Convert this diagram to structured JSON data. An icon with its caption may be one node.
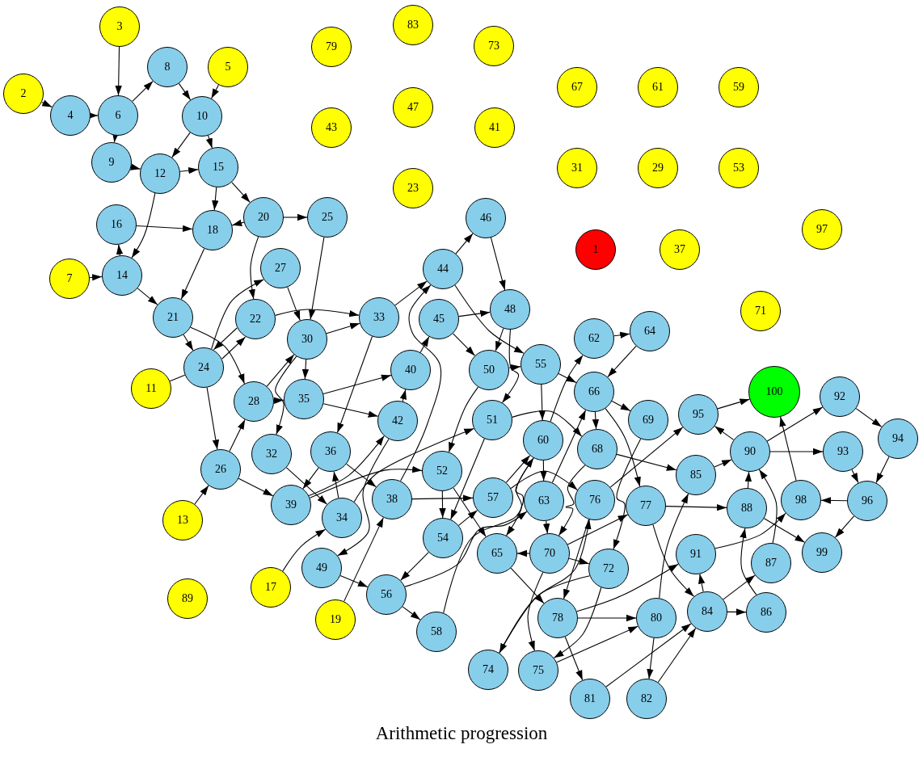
{
  "diagram": {
    "title": "Arithmetic progression",
    "nodes": [
      {
        "text": [
          "1"
        ]
      },
      {
        "text": [
          "2"
        ]
      },
      {
        "text": [
          "3"
        ]
      },
      {
        "text": [
          "4"
        ]
      },
      {
        "text": [
          "5"
        ]
      },
      {
        "text": [
          "6"
        ]
      },
      {
        "text": [
          "7"
        ]
      },
      {
        "text": [
          "8"
        ]
      },
      {
        "text": [
          "9"
        ]
      },
      {
        "text": [
          "10"
        ]
      },
      {
        "text": [
          "11"
        ]
      },
      {
        "text": [
          "12"
        ]
      },
      {
        "text": [
          "13"
        ]
      },
      {
        "text": [
          "14"
        ]
      },
      {
        "text": [
          "15"
        ]
      },
      {
        "text": [
          "16"
        ]
      },
      {
        "text": [
          "17"
        ]
      },
      {
        "text": [
          "18"
        ]
      },
      {
        "text": [
          "19"
        ]
      },
      {
        "text": [
          "20"
        ]
      },
      {
        "text": [
          "21"
        ]
      },
      {
        "text": [
          "22"
        ]
      },
      {
        "text": [
          "23"
        ]
      },
      {
        "text": [
          "24"
        ]
      },
      {
        "text": [
          "25"
        ]
      },
      {
        "text": [
          "26"
        ]
      },
      {
        "text": [
          "27"
        ]
      },
      {
        "text": [
          "28"
        ]
      },
      {
        "text": [
          "29"
        ]
      },
      {
        "text": [
          "30"
        ]
      },
      {
        "text": [
          "31"
        ]
      },
      {
        "text": [
          "32"
        ]
      },
      {
        "text": [
          "33"
        ]
      },
      {
        "text": [
          "34"
        ]
      },
      {
        "text": [
          "35"
        ]
      },
      {
        "text": [
          "36"
        ]
      },
      {
        "text": [
          "37"
        ]
      },
      {
        "text": [
          "38"
        ]
      },
      {
        "text": [
          "39"
        ]
      },
      {
        "text": [
          "40"
        ]
      },
      {
        "text": [
          "41"
        ]
      },
      {
        "text": [
          "42"
        ]
      },
      {
        "text": [
          "43"
        ]
      },
      {
        "text": [
          "44"
        ]
      },
      {
        "text": [
          "45"
        ]
      },
      {
        "text": [
          "46"
        ]
      },
      {
        "text": [
          "47"
        ]
      },
      {
        "text": [
          "48"
        ]
      },
      {
        "text": [
          "49"
        ]
      },
      {
        "text": [
          "50"
        ]
      },
      {
        "text": [
          "51"
        ]
      },
      {
        "text": [
          "52"
        ]
      },
      {
        "text": [
          "53"
        ]
      },
      {
        "text": [
          "54"
        ]
      },
      {
        "text": [
          "55"
        ]
      },
      {
        "text": [
          "56"
        ]
      },
      {
        "text": [
          "57"
        ]
      },
      {
        "text": [
          "58"
        ]
      },
      {
        "text": [
          "59"
        ]
      },
      {
        "text": [
          "60"
        ]
      },
      {
        "text": [
          "61"
        ]
      },
      {
        "text": [
          "62"
        ]
      },
      {
        "text": [
          "63"
        ]
      },
      {
        "text": [
          "64"
        ]
      },
      {
        "text": [
          "65"
        ]
      },
      {
        "text": [
          "66"
        ]
      },
      {
        "text": [
          "67"
        ]
      },
      {
        "text": [
          "68"
        ]
      },
      {
        "text": [
          "69"
        ]
      },
      {
        "text": [
          "70"
        ]
      },
      {
        "text": [
          "71"
        ]
      },
      {
        "text": [
          "72"
        ]
      },
      {
        "text": [
          "73"
        ]
      },
      {
        "text": [
          "74"
        ]
      },
      {
        "text": [
          "75"
        ]
      },
      {
        "text": [
          "76"
        ]
      },
      {
        "text": [
          "77"
        ]
      },
      {
        "text": [
          "78"
        ]
      },
      {
        "text": [
          "79"
        ]
      },
      {
        "text": [
          "80"
        ]
      },
      {
        "text": [
          "81"
        ]
      },
      {
        "text": [
          "82"
        ]
      },
      {
        "text": [
          "83"
        ]
      },
      {
        "text": [
          "84"
        ]
      },
      {
        "text": [
          "85"
        ]
      },
      {
        "text": [
          "86"
        ]
      },
      {
        "text": [
          "87"
        ]
      },
      {
        "text": [
          "88"
        ]
      },
      {
        "text": [
          "89"
        ]
      },
      {
        "text": [
          "90"
        ]
      },
      {
        "text": [
          "91"
        ]
      },
      {
        "text": [
          "92"
        ]
      },
      {
        "text": [
          "93"
        ]
      },
      {
        "text": [
          "94"
        ]
      },
      {
        "text": [
          "95"
        ]
      },
      {
        "text": [
          "96"
        ]
      },
      {
        "text": [
          "97"
        ]
      },
      {
        "text": [
          "98"
        ]
      },
      {
        "text": [
          "99"
        ]
      },
      {
        "text": [
          "100"
        ]
      }
    ],
    "edges": [
      {
        "from": 1,
        "to": 3,
        "arrow": "to"
      },
      {
        "from": 2,
        "to": 5,
        "arrow": "to"
      },
      {
        "from": 3,
        "to": 5,
        "arrow": "to"
      },
      {
        "from": 5,
        "to": 7,
        "arrow": "to"
      },
      {
        "from": 5,
        "to": 8,
        "arrow": "to"
      },
      {
        "from": 7,
        "to": 9,
        "arrow": "to"
      },
      {
        "from": 4,
        "to": 9,
        "arrow": "to"
      },
      {
        "from": 9,
        "to": 11,
        "arrow": "to"
      },
      {
        "from": 9,
        "to": 14,
        "arrow": "to"
      },
      {
        "from": 8,
        "to": 11,
        "arrow": "to"
      },
      {
        "from": 11,
        "to": 14,
        "arrow": "to"
      },
      {
        "from": 11,
        "to": 13,
        "arrow": "to"
      },
      {
        "from": 13,
        "to": 15,
        "arrow": "to"
      },
      {
        "from": 15,
        "to": 17,
        "arrow": "to"
      },
      {
        "from": 14,
        "to": 17,
        "arrow": "to"
      },
      {
        "from": 14,
        "to": 19,
        "arrow": "to"
      },
      {
        "from": 19,
        "to": 17,
        "arrow": "to"
      },
      {
        "from": 6,
        "to": 13,
        "arrow": "to"
      },
      {
        "from": 13,
        "to": 20,
        "arrow": "to"
      },
      {
        "from": 17,
        "to": 20,
        "arrow": "to"
      },
      {
        "from": 19,
        "to": 24,
        "arrow": "to"
      },
      {
        "from": 19,
        "to": 21,
        "arrow": "to"
      },
      {
        "from": 26,
        "to": 29,
        "arrow": "to"
      },
      {
        "from": 24,
        "to": 29,
        "arrow": "to"
      },
      {
        "from": 21,
        "to": 32,
        "arrow": "to"
      },
      {
        "from": 29,
        "to": 32,
        "arrow": "to"
      },
      {
        "from": 29,
        "to": 34,
        "arrow": "to"
      },
      {
        "from": 29,
        "to": 31,
        "arrow": "to"
      },
      {
        "from": 32,
        "to": 43,
        "arrow": "to"
      },
      {
        "from": 32,
        "to": 35,
        "arrow": "to"
      },
      {
        "from": 20,
        "to": 23,
        "arrow": "to"
      },
      {
        "from": 20,
        "to": 27,
        "arrow": "to"
      },
      {
        "from": 23,
        "to": 21,
        "arrow": "to"
      },
      {
        "from": 21,
        "to": 23,
        "arrow": "to"
      },
      {
        "from": 23,
        "to": 26,
        "arrow": "to"
      },
      {
        "from": 10,
        "to": 23,
        "arrow": "none"
      },
      {
        "from": 23,
        "to": 25,
        "arrow": "to"
      },
      {
        "from": 25,
        "to": 27,
        "arrow": "to"
      },
      {
        "from": 25,
        "to": 38,
        "arrow": "to"
      },
      {
        "from": 27,
        "to": 29,
        "arrow": "to"
      },
      {
        "from": 27,
        "to": 34,
        "arrow": "to"
      },
      {
        "from": 34,
        "to": 39,
        "arrow": "to"
      },
      {
        "from": 34,
        "to": 41,
        "arrow": "to"
      },
      {
        "from": 12,
        "to": 25,
        "arrow": "to"
      },
      {
        "from": 35,
        "to": 38,
        "arrow": "to"
      },
      {
        "from": 35,
        "to": 37,
        "arrow": "to"
      },
      {
        "from": 33,
        "to": 35,
        "arrow": "to"
      },
      {
        "from": 31,
        "to": 33,
        "arrow": "to"
      },
      {
        "from": 38,
        "to": 41,
        "arrow": "to"
      },
      {
        "from": 38,
        "to": 51,
        "arrow": "to"
      },
      {
        "from": 33,
        "to": 50,
        "arrow": "to"
      },
      {
        "from": 41,
        "to": 48,
        "arrow": "to"
      },
      {
        "from": 16,
        "to": 33,
        "arrow": "to"
      },
      {
        "from": 18,
        "to": 37,
        "arrow": "to"
      },
      {
        "from": 48,
        "to": 55,
        "arrow": "to"
      },
      {
        "from": 37,
        "to": 43,
        "arrow": "to"
      },
      {
        "from": 39,
        "to": 44,
        "arrow": "to"
      },
      {
        "from": 41,
        "to": 39,
        "arrow": "to"
      },
      {
        "from": 43,
        "to": 45,
        "arrow": "to"
      },
      {
        "from": 43,
        "to": 54,
        "arrow": "to"
      },
      {
        "from": 44,
        "to": 47,
        "arrow": "to"
      },
      {
        "from": 44,
        "to": 49,
        "arrow": "to"
      },
      {
        "from": 45,
        "to": 47,
        "arrow": "to"
      },
      {
        "from": 47,
        "to": 49,
        "arrow": "to"
      },
      {
        "from": 47,
        "to": 50,
        "arrow": "to"
      },
      {
        "from": 49,
        "to": 54,
        "arrow": "to"
      },
      {
        "from": 49,
        "to": 51,
        "arrow": "to"
      },
      {
        "from": 50,
        "to": 53,
        "arrow": "to"
      },
      {
        "from": 51,
        "to": 53,
        "arrow": "to"
      },
      {
        "from": 51,
        "to": 64,
        "arrow": "to"
      },
      {
        "from": 37,
        "to": 56,
        "arrow": "to"
      },
      {
        "from": 53,
        "to": 56,
        "arrow": "to"
      },
      {
        "from": 53,
        "to": 55,
        "arrow": "to"
      },
      {
        "from": 55,
        "to": 57,
        "arrow": "to"
      },
      {
        "from": 55,
        "to": 62,
        "arrow": "to"
      },
      {
        "from": 57,
        "to": 59,
        "arrow": "to"
      },
      {
        "from": 56,
        "to": 59,
        "arrow": "to"
      },
      {
        "from": 59,
        "to": 64,
        "arrow": "to"
      },
      {
        "from": 50,
        "to": 67,
        "arrow": "to"
      },
      {
        "from": 54,
        "to": 59,
        "arrow": "to"
      },
      {
        "from": 54,
        "to": 65,
        "arrow": "to"
      },
      {
        "from": 59,
        "to": 61,
        "arrow": "to"
      },
      {
        "from": 59,
        "to": 62,
        "arrow": "to"
      },
      {
        "from": 61,
        "to": 63,
        "arrow": "to"
      },
      {
        "from": 63,
        "to": 65,
        "arrow": "to"
      },
      {
        "from": 65,
        "to": 67,
        "arrow": "to"
      },
      {
        "from": 65,
        "to": 68,
        "arrow": "to"
      },
      {
        "from": 65,
        "to": 76,
        "arrow": "to"
      },
      {
        "from": 62,
        "to": 65,
        "arrow": "to"
      },
      {
        "from": 62,
        "to": 69,
        "arrow": "to"
      },
      {
        "from": 56,
        "to": 75,
        "arrow": "to"
      },
      {
        "from": 69,
        "to": 64,
        "arrow": "to"
      },
      {
        "from": 69,
        "to": 71,
        "arrow": "to"
      },
      {
        "from": 69,
        "to": 74,
        "arrow": "to"
      },
      {
        "from": 69,
        "to": 76,
        "arrow": "to"
      },
      {
        "from": 67,
        "to": 69,
        "arrow": "to"
      },
      {
        "from": 67,
        "to": 84,
        "arrow": "to"
      },
      {
        "from": 68,
        "to": 71,
        "arrow": "to"
      },
      {
        "from": 73,
        "to": 75,
        "arrow": "to"
      },
      {
        "from": 75,
        "to": 77,
        "arrow": "to"
      },
      {
        "from": 75,
        "to": 94,
        "arrow": "to"
      },
      {
        "from": 64,
        "to": 77,
        "arrow": "to"
      },
      {
        "from": 77,
        "to": 79,
        "arrow": "to"
      },
      {
        "from": 77,
        "to": 80,
        "arrow": "to"
      },
      {
        "from": 77,
        "to": 90,
        "arrow": "to"
      },
      {
        "from": 71,
        "to": 73,
        "arrow": "to"
      },
      {
        "from": 71,
        "to": 74,
        "arrow": "to"
      },
      {
        "from": 74,
        "to": 79,
        "arrow": "to"
      },
      {
        "from": 79,
        "to": 81,
        "arrow": "to"
      },
      {
        "from": 79,
        "to": 84,
        "arrow": "to"
      },
      {
        "from": 80,
        "to": 83,
        "arrow": "to"
      },
      {
        "from": 81,
        "to": 83,
        "arrow": "to"
      },
      {
        "from": 83,
        "to": 85,
        "arrow": "to"
      },
      {
        "from": 83,
        "to": 86,
        "arrow": "to"
      },
      {
        "from": 83,
        "to": 90,
        "arrow": "to"
      },
      {
        "from": 76,
        "to": 83,
        "arrow": "to"
      },
      {
        "from": 76,
        "to": 87,
        "arrow": "to"
      },
      {
        "from": 90,
        "to": 97,
        "arrow": "to"
      },
      {
        "from": 86,
        "to": 89,
        "arrow": "to"
      },
      {
        "from": 85,
        "to": 87,
        "arrow": "to"
      },
      {
        "from": 87,
        "to": 89,
        "arrow": "to"
      },
      {
        "from": 84,
        "to": 89,
        "arrow": "to"
      },
      {
        "from": 89,
        "to": 94,
        "arrow": "to"
      },
      {
        "from": 89,
        "to": 91,
        "arrow": "to"
      },
      {
        "from": 89,
        "to": 92,
        "arrow": "to"
      },
      {
        "from": 94,
        "to": 99,
        "arrow": "to"
      },
      {
        "from": 97,
        "to": 99,
        "arrow": "to"
      },
      {
        "from": 91,
        "to": 93,
        "arrow": "to"
      },
      {
        "from": 92,
        "to": 95,
        "arrow": "to"
      },
      {
        "from": 93,
        "to": 95,
        "arrow": "to"
      },
      {
        "from": 95,
        "to": 97,
        "arrow": "to"
      },
      {
        "from": 95,
        "to": 98,
        "arrow": "to"
      },
      {
        "from": 87,
        "to": 98,
        "arrow": "to"
      }
    ]
  }
}
